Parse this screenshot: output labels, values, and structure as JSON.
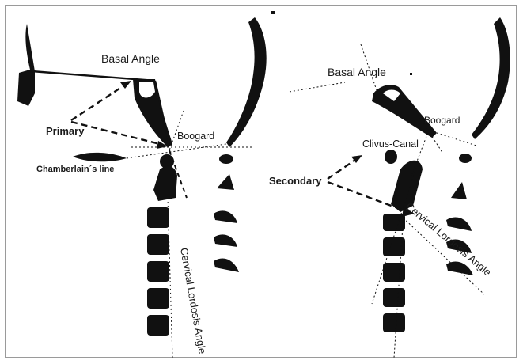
{
  "left_panel": {
    "basal_angle": "Basal Angle",
    "primary": "Primary",
    "boogard": "Boogard",
    "chamberlain_line": "Chamberlain´s line",
    "cervical_lordosis_angle": "Cervical Lordosis Angle"
  },
  "right_panel": {
    "basal_angle": "Basal Angle",
    "boogard": "Boogard",
    "clivus_canal": "Clivus-Canal",
    "secondary": "Secondary",
    "cervical_lordosis_angle": "Cervical Lordosis Angle"
  },
  "colors": {
    "ink": "#111111",
    "background": "#ffffff",
    "frame": "#9a9a9a"
  }
}
